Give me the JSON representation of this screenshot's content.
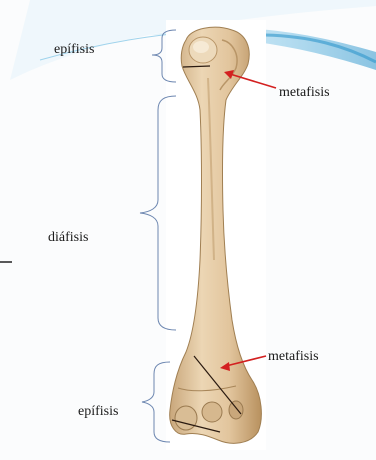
{
  "labels": {
    "epifisis_top": "epífisis",
    "metafisis_top": "metafisis",
    "diafisis": "diáfisis",
    "metafisis_bottom": "metafisis",
    "epifisis_bottom": "epífisis"
  },
  "colors": {
    "bone": "#e3c8a2",
    "bone_shadow": "#b89567",
    "arrow": "#d32020",
    "brace": "#6c86b0",
    "swoosh": "#4fa8d6"
  }
}
